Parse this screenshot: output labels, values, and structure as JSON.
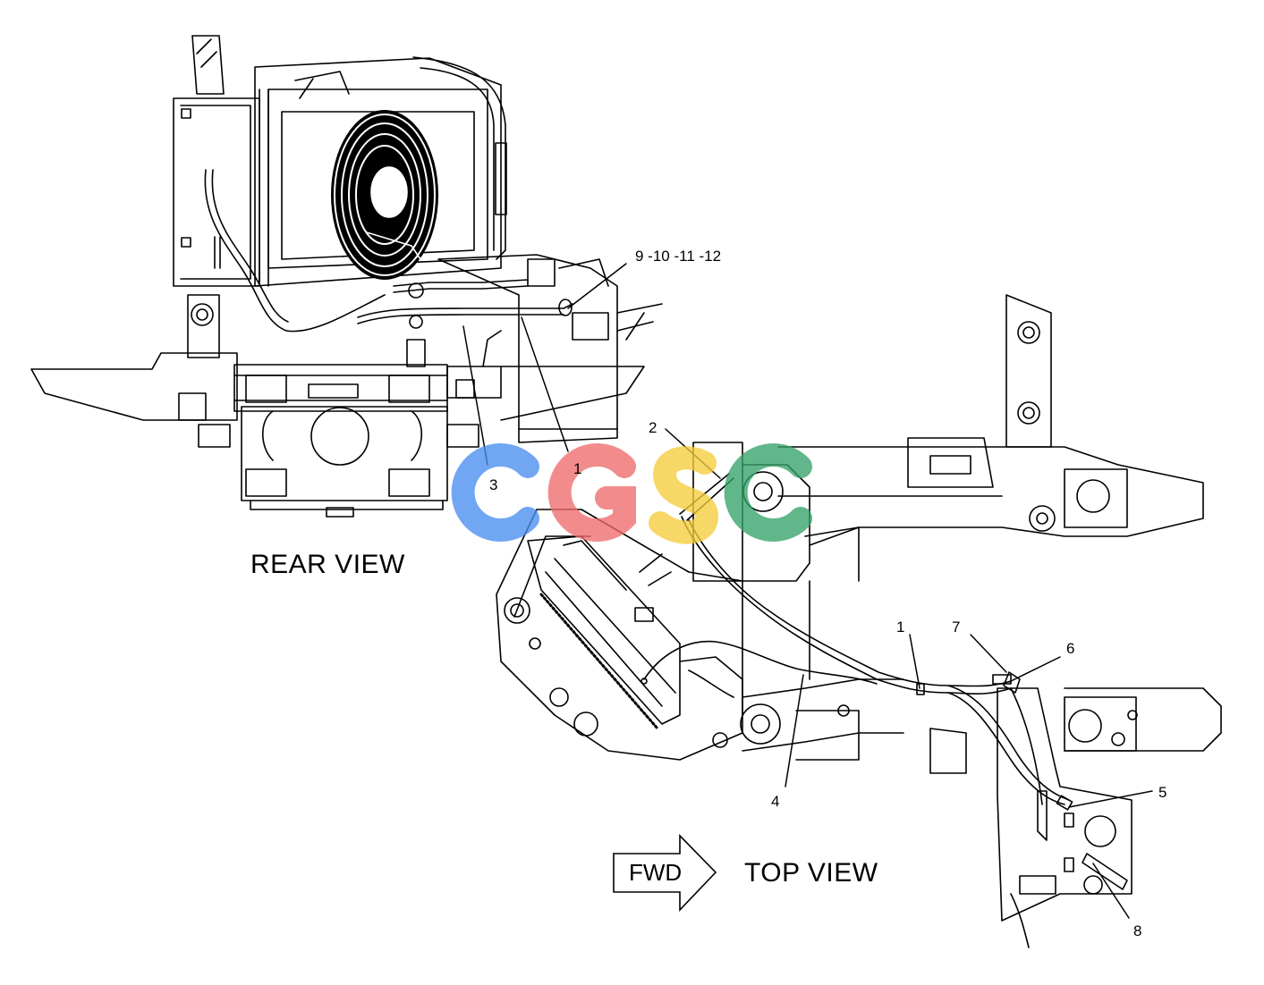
{
  "views": {
    "rear": "REAR VIEW",
    "top": "TOP VIEW"
  },
  "fwd_arrow": {
    "label": "FWD"
  },
  "callouts": {
    "c9_12": "9 -10 -11 -12",
    "c3": "3",
    "c1_rear": "1",
    "c2": "2",
    "c1_top": "1",
    "c7": "7",
    "c6": "6",
    "c4": "4",
    "c5": "5",
    "c8": "8"
  },
  "watermark": {
    "letters": [
      "C",
      "G",
      "S",
      "C"
    ],
    "colors": [
      "#4a8ef0",
      "#ef6c6c",
      "#f5cc3a",
      "#35a26a"
    ]
  },
  "drawing": {
    "line_color": "#000000"
  }
}
